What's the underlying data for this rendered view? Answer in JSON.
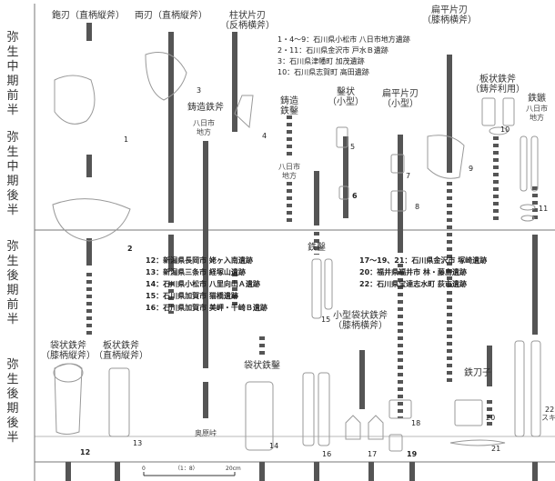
{
  "periods": [
    {
      "id": "mid-early",
      "label": "弥生中期前半"
    },
    {
      "id": "mid-late",
      "label": "弥生中期後半"
    },
    {
      "id": "late-early",
      "label": "弥生後期前半"
    },
    {
      "id": "late-late",
      "label": "弥生後期後半"
    }
  ],
  "columns": [
    {
      "id": "hashi-tate",
      "lines": [
        "鉇刃（直柄縦斧）"
      ]
    },
    {
      "id": "ryoba",
      "lines": [
        "両刃（直柄縦斧）"
      ]
    },
    {
      "id": "chujo",
      "lines": [
        "柱状片刃",
        "（反柄横斧）"
      ]
    },
    {
      "id": "chuzo-tetsuono",
      "lines": [
        "鋳造鉄斧"
      ]
    },
    {
      "id": "chuzo-tetsusaku",
      "lines": [
        "鋳造",
        "鉄鑿"
      ]
    },
    {
      "id": "nomi",
      "lines": [
        "鑿状",
        "（小型）"
      ]
    },
    {
      "id": "hen-koga",
      "lines": [
        "扁平片刃",
        "（小型）"
      ]
    },
    {
      "id": "hen-hira",
      "lines": [
        "扁平片刃",
        "（膝柄横斧）"
      ]
    },
    {
      "id": "itajo",
      "lines": [
        "板状鉄斧",
        "（鋳斧利用）"
      ]
    },
    {
      "id": "tetsuzoku",
      "lines": [
        "鉄鏃"
      ]
    },
    {
      "id": "tetsusaku",
      "lines": [
        "鉄鑿"
      ]
    },
    {
      "id": "kogata-fukuro",
      "lines": [
        "小型袋状鉄斧",
        "（膝柄横斧）"
      ]
    },
    {
      "id": "fukuro",
      "lines": [
        "袋状鉄斧",
        "（膝柄縦斧）"
      ]
    },
    {
      "id": "ita-tate",
      "lines": [
        "板状鉄斧",
        "（直柄縦斧）"
      ]
    },
    {
      "id": "fukuro-saku",
      "lines": [
        "袋状鉄鑿"
      ]
    },
    {
      "id": "tosu",
      "lines": [
        "鉄刀子"
      ]
    }
  ],
  "notes": {
    "youka_1": "八日市",
    "youka_2": "地方",
    "youka_alt_1": "八日市",
    "youka_alt_2": "地方",
    "tetsuzoku_1": "八日市",
    "tetsuzoku_2": "地方",
    "okuhara": "奥原峠"
  },
  "legend_sites_top": [
    "1・4〜9：石川県小松市 八日市地方遺跡",
    "2・11：石川県金沢市 戸水Ｂ遺跡",
    "3：石川県津幡町 加茂遺跡",
    "10：石川県志賀町 高田遺跡"
  ],
  "legend_sites_mid": [
    "12：新潟県長岡市 姥ヶ入南遺跡",
    "13：新潟県三条市 経塚山遺跡",
    "14：石川県小松市 八里向山Ａ遺跡",
    "15：石川県加賀市 猫橋遺跡",
    "16：石川県加賀市 美岬・千崎Ｂ遺跡"
  ],
  "legend_sites_right": [
    "17〜19、21：石川県金沢市 塚崎遺跡",
    "20：福井県福井市 林・藤島遺跡",
    "22：石川県宝達志水町 荻市遺跡"
  ],
  "figure_numbers": [
    "1",
    "2",
    "3",
    "4",
    "5",
    "6",
    "7",
    "8",
    "9",
    "10",
    "11",
    "12",
    "13",
    "14",
    "15",
    "16",
    "17",
    "18",
    "19",
    "20",
    "21",
    "22"
  ],
  "suki_label": "スキ",
  "scale": {
    "zero": "0",
    "ratio": "（1：8）",
    "end": "20cm"
  }
}
